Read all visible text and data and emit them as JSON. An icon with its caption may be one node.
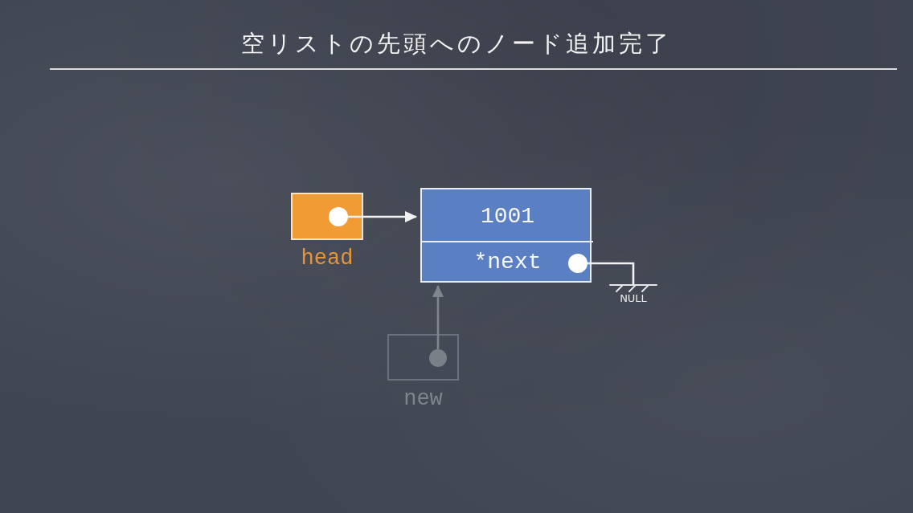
{
  "diagram": {
    "title": "空リストの先頭へのノード追加完了",
    "nodes": [
      {
        "text": [
          "head"
        ]
      },
      {
        "text": [],
        "shape": "box"
      },
      {
        "text": [
          "1001"
        ],
        "in": 1
      },
      {
        "text": [
          "*next"
        ],
        "in": 1
      },
      {
        "text": [
          "NULL"
        ]
      },
      {
        "text": [
          "new"
        ]
      }
    ],
    "edges": [
      {
        "from": 0,
        "to": 1,
        "arrow": "to"
      },
      {
        "from": 3,
        "to": 4,
        "arrow": "none"
      },
      {
        "from": 5,
        "to": 1,
        "arrow": "to",
        "color": "#80858e"
      }
    ]
  }
}
